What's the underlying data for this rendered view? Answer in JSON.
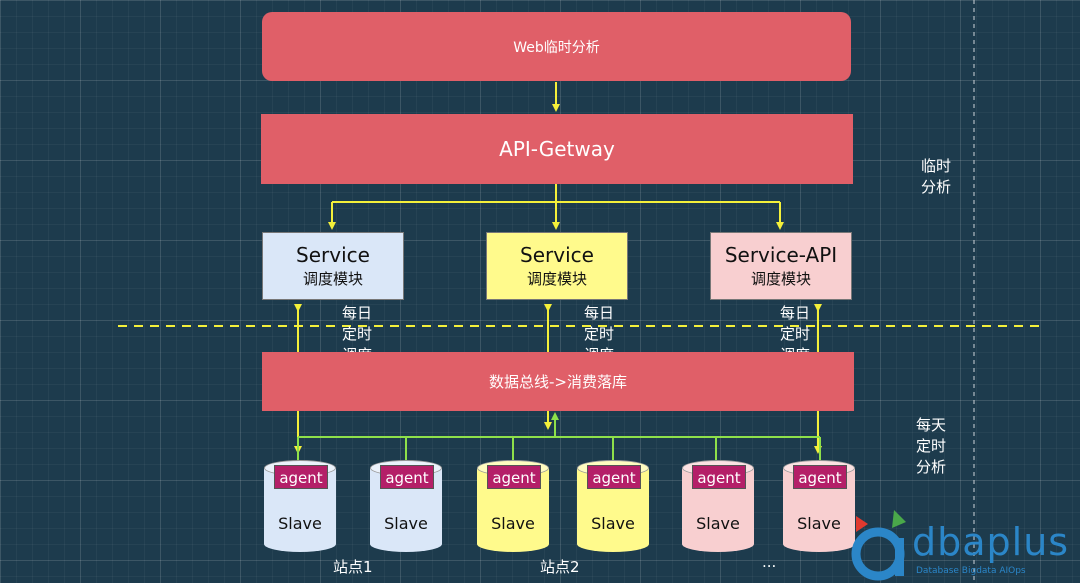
{
  "web_bar": "Web临时分析",
  "api_bar": "API-Getway",
  "services": [
    {
      "title": "Service",
      "sub": "调度模块",
      "color": "#dae7f8"
    },
    {
      "title": "Service",
      "sub": "调度模块",
      "color": "#fffa8c"
    },
    {
      "title": "Service-API",
      "sub": "调度模块",
      "color": "#f8cfd0"
    }
  ],
  "schedule_notes": [
    "每日\n定时\n调度",
    "每日\n定时\n调度",
    "每日\n定时\n调度"
  ],
  "bus_bar": "数据总线->消费落库",
  "side_labels": {
    "adhoc": "临时\n分析",
    "daily": "每天\n定时\n分析"
  },
  "nodes": [
    {
      "agent": "agent",
      "label": "Slave",
      "color": "#dae7f8"
    },
    {
      "agent": "agent",
      "label": "Slave",
      "color": "#dae7f8"
    },
    {
      "agent": "agent",
      "label": "Slave",
      "color": "#fffa8c"
    },
    {
      "agent": "agent",
      "label": "Slave",
      "color": "#fffa8c"
    },
    {
      "agent": "agent",
      "label": "Slave",
      "color": "#f8cfd0"
    },
    {
      "agent": "agent",
      "label": "Slave",
      "color": "#f8cfd0"
    }
  ],
  "sites": [
    "站点1",
    "站点2",
    "..."
  ],
  "logo": {
    "text": "dbaplus",
    "tagline": "Database Bigdata AIOps"
  },
  "colors": {
    "bar": "#e05f68",
    "arrow": "#f4f03a",
    "bus": "#8ee04a",
    "dash": "#f4f03a"
  }
}
